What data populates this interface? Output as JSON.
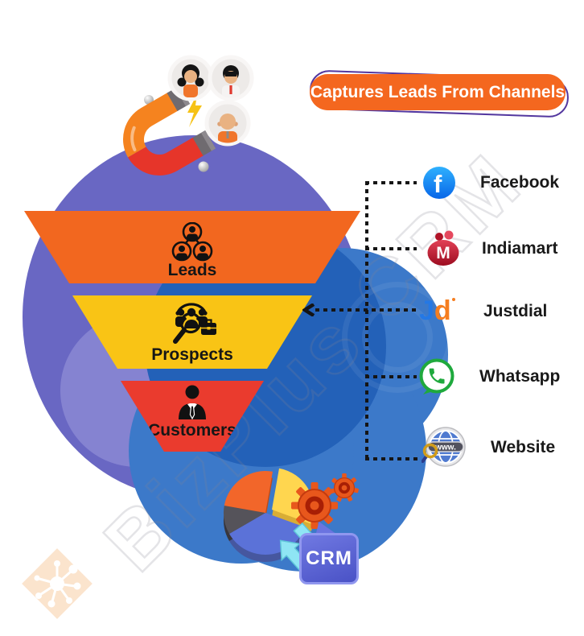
{
  "badge": {
    "label": "Captures Leads From Channels"
  },
  "funnel": {
    "stages": [
      {
        "label": "Leads",
        "icon": "people-network-icon",
        "color": "#f2671f"
      },
      {
        "label": "Prospects",
        "icon": "prospect-search-icon",
        "color": "#f9c415"
      },
      {
        "label": "Customers",
        "icon": "businessman-icon",
        "color": "#ea3b2e"
      }
    ]
  },
  "channels": [
    {
      "name": "Facebook",
      "icon": "facebook-icon",
      "icon_letter": "f"
    },
    {
      "name": "Indiamart",
      "icon": "indiamart-icon",
      "icon_letter": "M"
    },
    {
      "name": "Justdial",
      "icon": "justdial-icon",
      "logo": {
        "j": "J",
        "d": "d"
      }
    },
    {
      "name": "Whatsapp",
      "icon": "whatsapp-icon"
    },
    {
      "name": "Website",
      "icon": "website-icon",
      "banner_text": "www."
    }
  ],
  "integration": {
    "crm_label": "CRM"
  },
  "watermark": {
    "text": "BizPlus CRM"
  },
  "colors": {
    "badge_orange": "#f4671f",
    "funnel_orange": "#f2671f",
    "funnel_yellow": "#f9c415",
    "funnel_red": "#ea3b2e",
    "blob_purple": "#6967c3",
    "blob_blue_dark": "#2361b8",
    "blob_blue": "#3c79c9",
    "facebook_blue": "#0866e8",
    "whatsapp_green": "#1fa93d",
    "justdial_blue": "#2478e5",
    "justdial_orange": "#f57e20",
    "indiamart_red": "#c41230",
    "crm_purple": "#5a62d3",
    "connector_black": "#151515"
  }
}
